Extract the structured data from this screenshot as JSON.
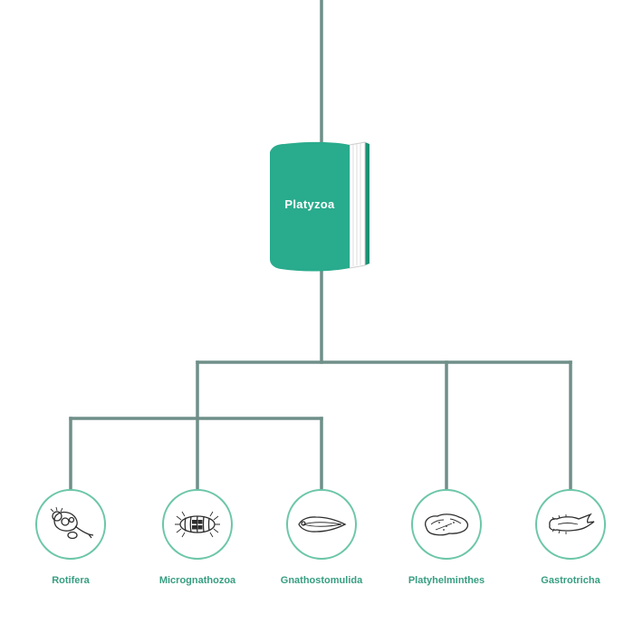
{
  "diagram": {
    "root": {
      "label": "Platyzoa",
      "icon": "book-icon"
    },
    "taxa": [
      {
        "label": "Rotifera",
        "icon": "rotifera-icon"
      },
      {
        "label": "Micrognathozoa",
        "icon": "micrognathozoa-icon"
      },
      {
        "label": "Gnathostomulida",
        "icon": "gnathostomulida-icon"
      },
      {
        "label": "Platyhelminthes",
        "icon": "platyhelminthes-icon"
      },
      {
        "label": "Gastrotricha",
        "icon": "gastrotricha-icon"
      }
    ]
  },
  "colors": {
    "book_fill": "#29ab8d",
    "book_back": "#1b9275",
    "book_text": "#ffffff",
    "connector_line": "#6f8f88",
    "node_border": "#6cc6a8",
    "label_text": "#379e81",
    "illustration_stroke": "#2e2e2e",
    "background": "#ffffff"
  }
}
